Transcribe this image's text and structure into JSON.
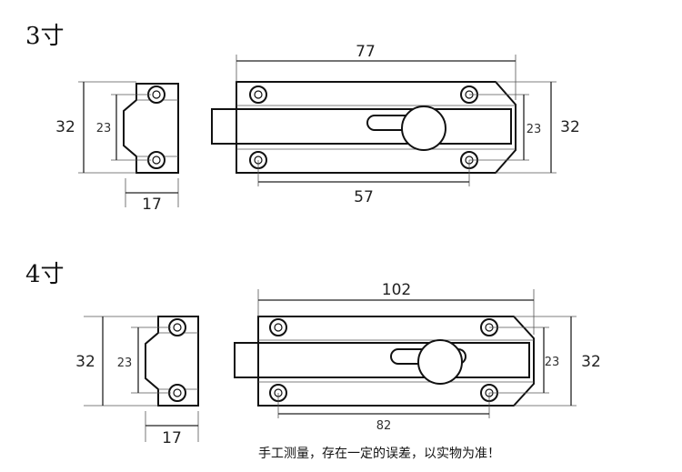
{
  "top_section": {
    "title": "3寸",
    "keeper_height": "32",
    "keeper_hole_spacing": "23",
    "keeper_width": "17",
    "bolt_length": "77",
    "bolt_hole_spacing_v": "23",
    "bolt_height": "32",
    "bolt_hole_spacing_h": "57"
  },
  "bottom_section": {
    "title": "4寸",
    "keeper_height": "32",
    "keeper_hole_spacing": "23",
    "keeper_width": "17",
    "bolt_length": "102",
    "bolt_hole_spacing_v": "23",
    "bolt_height": "32",
    "bolt_hole_spacing_h": "82"
  },
  "note": "手工测量，存在一定的误差，以实物为准！",
  "colors": {
    "line": "#222222",
    "background": "#ffffff"
  }
}
